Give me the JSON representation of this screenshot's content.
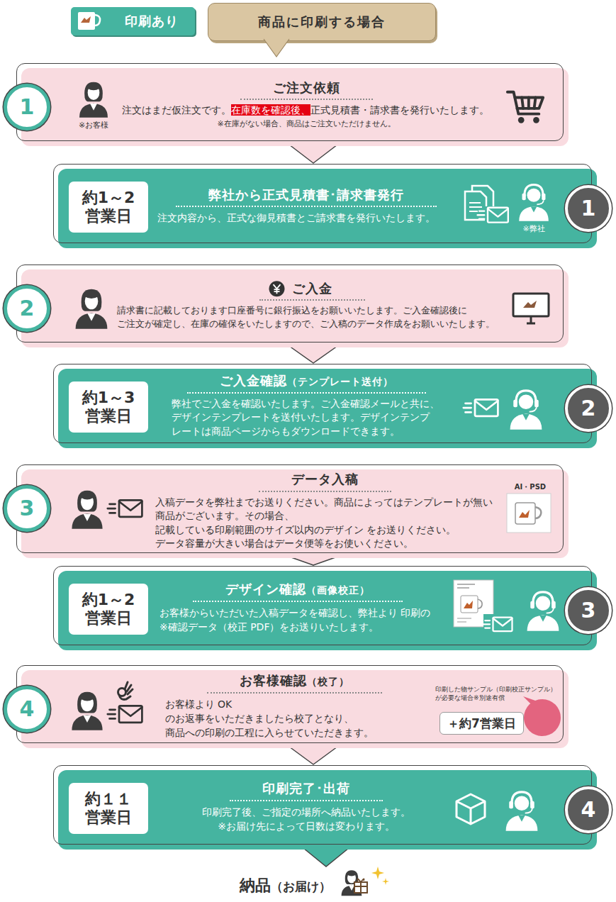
{
  "diagram": {
    "nodes": [
      {
        "text": [
          "印刷あり"
        ]
      },
      {
        "text": [
          "商品に印刷する場合"
        ]
      },
      {
        "text": [
          "1"
        ]
      },
      {
        "text": [
          "ご注文依頼",
          "注文はまだ仮注文です。在庫数を確認後、正式見積書・請求書を発行いたします。",
          "※在庫がない場合、商品はご注文いただけません。",
          "※お客様"
        ]
      },
      {
        "text": [
          "弊社から正式見積書･請求書発行",
          "注文内容から、正式な御見積書とご請求書を発行いたします。",
          "※弊社"
        ]
      },
      {
        "text": [
          "約1～2 営業日"
        ],
        "in": 4
      },
      {
        "text": [
          "1"
        ]
      },
      {
        "text": [
          "2"
        ]
      },
      {
        "text": [
          "ご入金",
          "請求書に記載しております口座番号に銀行振込をお願いいたします。ご入金確認後に ご注文が確定し、在庫の確保をいたしますので、ご入稿のデータ作成をお願いいたします。"
        ]
      },
      {
        "text": [
          "ご入金確認（テンプレート送付）",
          "弊社でご入金を確認いたします。ご入金確認メールと共に、 デザインテンプレートを送付いたします。デザインテンプ レートは商品ページからもダウンロードできます。"
        ]
      },
      {
        "text": [
          "約1～3 営業日"
        ],
        "in": 9
      },
      {
        "text": [
          "2"
        ]
      },
      {
        "text": [
          "3"
        ]
      },
      {
        "text": [
          "データ入稿",
          "入稿データを弊社までお送りください。商品によってはテンプレートが無い 商品がございます。その場合、記載している印刷範囲のサイズ以内のデザイン をお送りください。データ容量が大きい場合はデータ便等をお使いください。",
          "AI・PSD"
        ]
      },
      {
        "text": [
          "デザイン確認（画像校正）",
          "お客様からいただいた入稿データを確認し、弊社より 印刷の※確認データ（校正 PDF）をお送りいたします。"
        ]
      },
      {
        "text": [
          "約1～2 営業日"
        ],
        "in": 14
      },
      {
        "text": [
          "3"
        ]
      },
      {
        "text": [
          "4"
        ]
      },
      {
        "text": [
          "お客様確認（校了）",
          "お客様より OK のお返事をいただきましたら校了となり、 商品への印刷の工程に入らせていただきます。",
          "印刷した物サンプル（印刷校正サンプル） が必要な場合※別途有償"
        ]
      },
      {
        "text": [
          "＋約7営業日"
        ],
        "in": 18
      },
      {
        "text": [
          "印刷完了･出荷",
          "印刷完了後、ご指定の場所へ納品いたします。 ※お届け先によって日数は変わります。"
        ]
      },
      {
        "text": [
          "約１１ 営業日"
        ],
        "in": 20
      },
      {
        "text": [
          "4"
        ]
      }
    ],
    "edges": [
      {
        "from": 3,
        "to": 4,
        "arrow": "to"
      },
      {
        "from": 8,
        "to": 9,
        "arrow": "to"
      },
      {
        "from": 13,
        "to": 14,
        "arrow": "to"
      },
      {
        "from": 18,
        "to": 20,
        "arrow": "to"
      }
    ],
    "labels": [
      "納品（お届け）"
    ]
  }
}
